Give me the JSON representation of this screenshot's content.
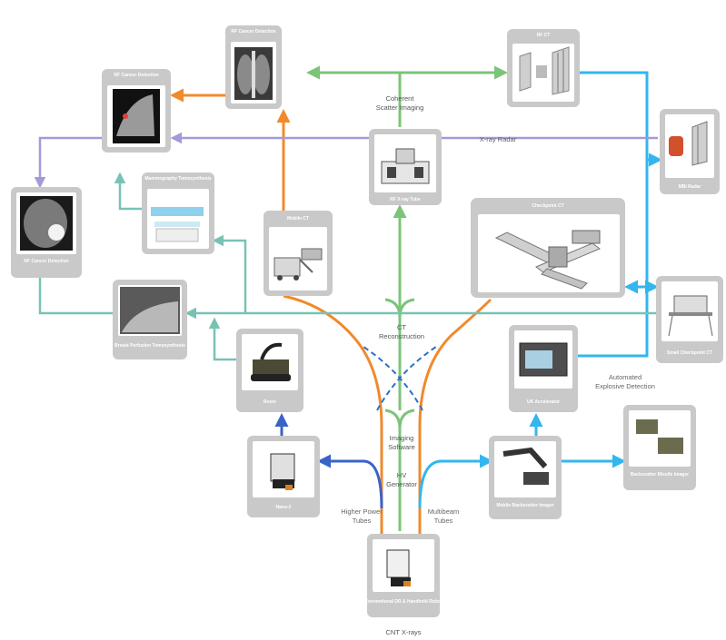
{
  "colors": {
    "green": "#7cc47a",
    "orange": "#f08a2c",
    "blue": "#2ea8df",
    "lightblue": "#33b6ee",
    "purple": "#a59ad8",
    "teal": "#78c2b4",
    "navy": "#3a63c8",
    "frame": "#c9c9c9"
  },
  "nodes": {
    "rf_cancer_detection_top": {
      "title": "RF Cancer Detection",
      "icon": "chest-xray-image"
    },
    "rf_ct": {
      "title": "RF CT",
      "icon": "ct-panels-image"
    },
    "rf_cancer_detection_left": {
      "title": "RF Cancer Detection",
      "icon": "mammogram-image"
    },
    "rf_xray_tube": {
      "title": "RF X-ray Tube",
      "icon": "xray-tube-image"
    },
    "mbi_radar": {
      "title": "MBI Radar",
      "icon": "backpack-scanner-image"
    },
    "mammography": {
      "title": "Mammography Tomosynthesis",
      "icon": "mammography-machine-image"
    },
    "mobile_ct": {
      "title": "Mobile CT",
      "icon": "mobile-ct-image"
    },
    "checkpoint_ct": {
      "title": "Checkpoint CT",
      "icon": "checkpoint-ct-image"
    },
    "rf_cancer_detection_brain": {
      "title": "RF Cancer Detection",
      "icon": "brain-mri-image"
    },
    "breast_perfusion": {
      "title": "Breast Perfusion Tomosynthesis",
      "icon": "breast-imaging-image"
    },
    "small_checkpoint_ct": {
      "title": "Small Checkpoint CT",
      "icon": "small-scanner-image"
    },
    "rover": {
      "title": "Rover",
      "icon": "rover-robot-image"
    },
    "uk_accelerator": {
      "title": "UK Accelerator",
      "icon": "accelerator-image"
    },
    "nano2": {
      "title": "Nano-2",
      "icon": "mobile-robot-image"
    },
    "mobile_backscatter": {
      "title": "Mobile Backscatter Imager",
      "icon": "robot-arm-image"
    },
    "backscatter_imager": {
      "title": "Backscatter Missile Imager",
      "icon": "backscatter-units-image"
    },
    "cart": {
      "title": "Conventional DR & Handheld Robot",
      "icon": "cart-robot-image"
    }
  },
  "hub_labels": {
    "coherent_scatter": [
      "Coherent",
      "Scatter Imaging"
    ],
    "ct_reconstruction": [
      "CT",
      "Reconstruction"
    ],
    "imaging_software": [
      "Imaging",
      "Software"
    ],
    "hv_generator": [
      "HV",
      "Generator"
    ]
  },
  "edge_labels": {
    "xray_radar": "X-ray Radar",
    "automated_explosive": [
      "Automated",
      "Explosive Detection"
    ],
    "higher_power": [
      "Higher Power",
      "Tubes"
    ],
    "multibeam": [
      "Multibeam",
      "Tubes"
    ]
  },
  "bottom_label": "CNT X-rays"
}
